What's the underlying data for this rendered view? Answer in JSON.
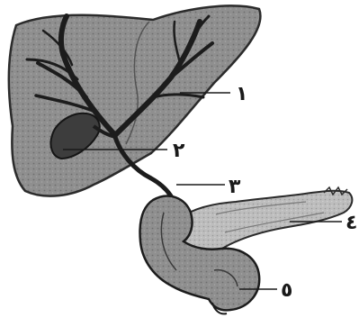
{
  "labels": {
    "liver": "١",
    "gallbladder": "٢",
    "bile_duct": "٣",
    "pancreas": "٤",
    "duodenum": "٥"
  }
}
